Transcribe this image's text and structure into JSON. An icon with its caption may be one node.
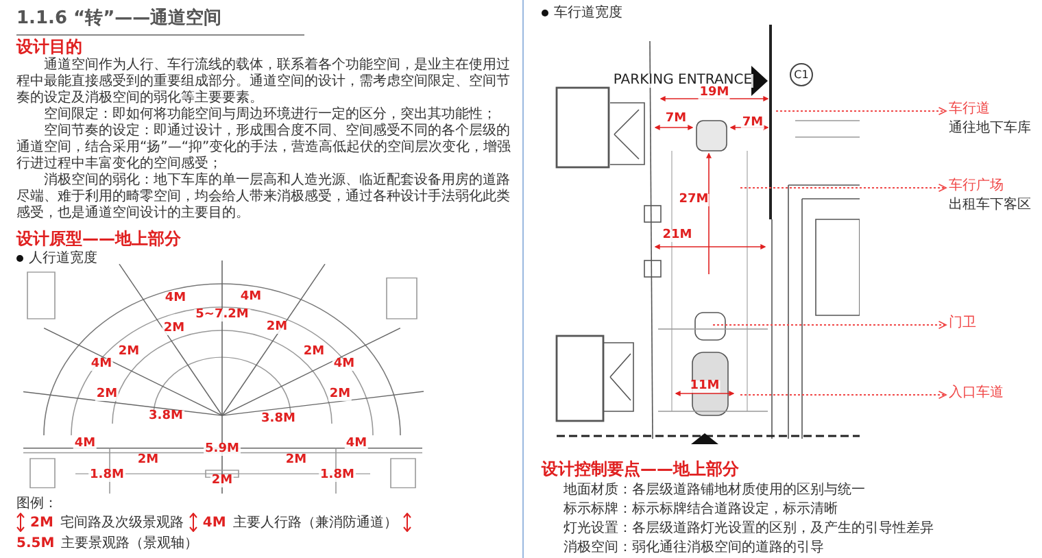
{
  "diagram": {
    "title": "1.1.6 “转”——通道空间",
    "nodes": [
      {
        "text": [
          "车行道",
          "通往地下车库"
        ]
      },
      {
        "text": [
          "车行广场",
          "出租车下客区"
        ]
      },
      {
        "text": [
          "门卫"
        ]
      },
      {
        "text": [
          "入口车道"
        ]
      },
      {
        "text": [
          "C1"
        ]
      }
    ],
    "edges": [
      {
        "from": null,
        "to": 0,
        "arrow": "to",
        "style": "dashed"
      },
      {
        "from": null,
        "to": 1,
        "arrow": "to",
        "style": "dashed"
      },
      {
        "from": null,
        "to": 2,
        "arrow": "to",
        "style": "dashed"
      },
      {
        "from": null,
        "to": 3,
        "arrow": "to",
        "style": "dashed"
      }
    ],
    "labels": [
      "设计目的",
      "通道空间作为人行、车行流线的载体，联系着各个功能空间，是业主在使用过程中最能直接感受到的重要组成部分。通道空间的设计，需考虑空间限定、空间节奏的设定及消极空间的弱化等主要要素。",
      "空间限定：即如何将功能空间与周边环境进行一定的区分，突出其功能性；",
      "空间节奏的设定：即通过设计，形成围合度不同、空间感受不同的各个层级的通道空间，结合采用“扬”—“抑”变化的手法，营造高低起伏的空间层次变化，增强行进过程中丰富变化的空间感受；",
      "消极空间的弱化：地下车库的单一层高和人造光源、临近配套设备用房的道路尽端、难于利用的畸零空间，均会给人带来消极感受，通过各种设计手法弱化此类感受，也是通道空间设计的主要目的。",
      "设计原型——地上部分",
      "人行道宽度",
      "4M",
      "4M",
      "5~7.2M",
      "2M",
      "2M",
      "2M",
      "2M",
      "4M",
      "4M",
      "2M",
      "2M",
      "3.8M",
      "3.8M",
      "4M",
      "5.9M",
      "4M",
      "2M",
      "2M",
      "1.8M",
      "1.8M",
      "2M",
      "图例：",
      "车行道宽度",
      "PARKING ENTRANCE",
      "19M",
      "7M",
      "7M",
      "27M",
      "21M",
      "11M",
      "设计控制要点——地上部分",
      "地面材质：各层级道路铺地材质使用的区别与统一",
      "标示标牌：标示标牌结合道路设定，标示清晰",
      "灯光设置：各层级道路灯光设置的区别，及产生的引导性差异",
      "消极空间：弱化通往消极空间的道路的引导"
    ],
    "legend": [
      {
        "text": "2M 宅间路及次级景观路"
      },
      {
        "text": "4M 主要人行路（兼消防通道）"
      },
      {
        "text": "5.5M 主要景观路（景观轴）"
      }
    ]
  }
}
